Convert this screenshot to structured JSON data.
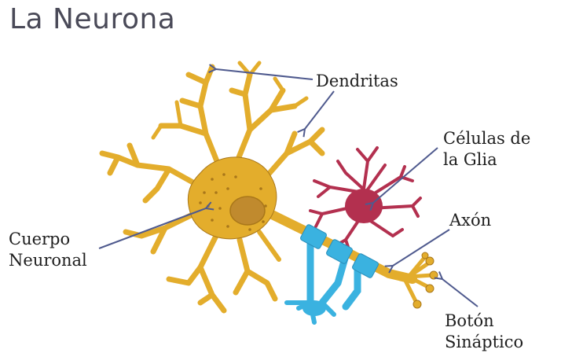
{
  "title": "La Neurona",
  "labels": {
    "dendritas": "Dendritas",
    "glia_1": "Células de",
    "glia_2": "la Glia",
    "axon": "Axón",
    "cuerpo_1": "Cuerpo",
    "cuerpo_2": "Neuronal",
    "boton_1": "Botón",
    "boton_2": "Sináptico"
  },
  "colors": {
    "neuron": "#e3ad2c",
    "neuron_outline": "#a9771a",
    "nucleus": "#c08a2e",
    "glia": "#b3304f",
    "myelin": "#3ab2e0",
    "arrow": "#4f5a8e"
  }
}
